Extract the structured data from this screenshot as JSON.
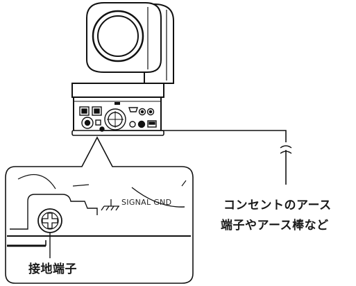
{
  "labels": {
    "outlet_line1": "コンセントのアース",
    "outlet_line2": "端子やアース棒など",
    "terminal": "接地端子",
    "signal_gnd": "SIGNAL GND"
  }
}
